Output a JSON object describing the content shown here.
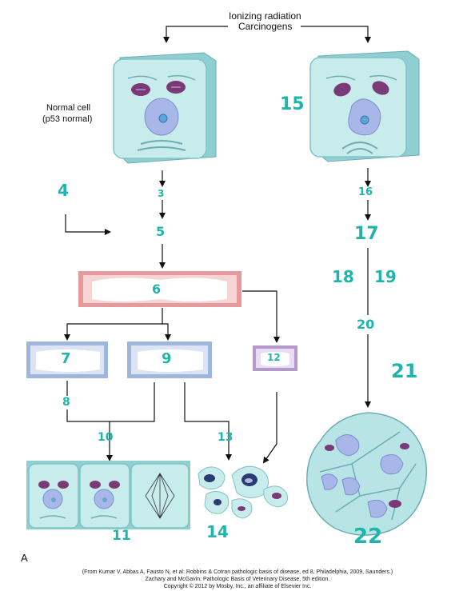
{
  "labels": {
    "top_line1": "Ionizing radiation",
    "top_line2": "Carcinogens",
    "normal_cell_line1": "Normal cell",
    "normal_cell_line2": "(p53 normal)",
    "panel": "A"
  },
  "numbers": {
    "n3": "3",
    "n4": "4",
    "n5": "5",
    "n6": "6",
    "n7": "7",
    "n8": "8",
    "n9": "9",
    "n10": "10",
    "n11": "11",
    "n12": "12",
    "n13": "13",
    "n14": "14",
    "n15": "15",
    "n16": "16",
    "n17": "17",
    "n18": "18",
    "n19": "19",
    "n20": "20",
    "n21": "21",
    "n22": "22"
  },
  "credit": {
    "line1": "(From Kumar V, Abbas A, Fausto N, et al: Robbins & Cotran pathologic basis of disease, ed 8, Philadelphia, 2009, Saunders.)",
    "line2": "Zachary and McGavin: Pathologic Basis of Veterinary Disease, 5th edition.",
    "line3": "Copyright © 2012 by Mosby, Inc., an affiliate of Elsevier Inc."
  },
  "colors": {
    "handwriting": "#1fb5ad",
    "cell_fill": "#c8ecec",
    "cell_edge": "#7fc4c8",
    "nucleus": "#a9b6e8",
    "mitochondria": "#7a3a78",
    "box_pink": "#f4c8c8",
    "box_blue": "#c9d6ef",
    "box_purple": "#ddd0e8"
  }
}
